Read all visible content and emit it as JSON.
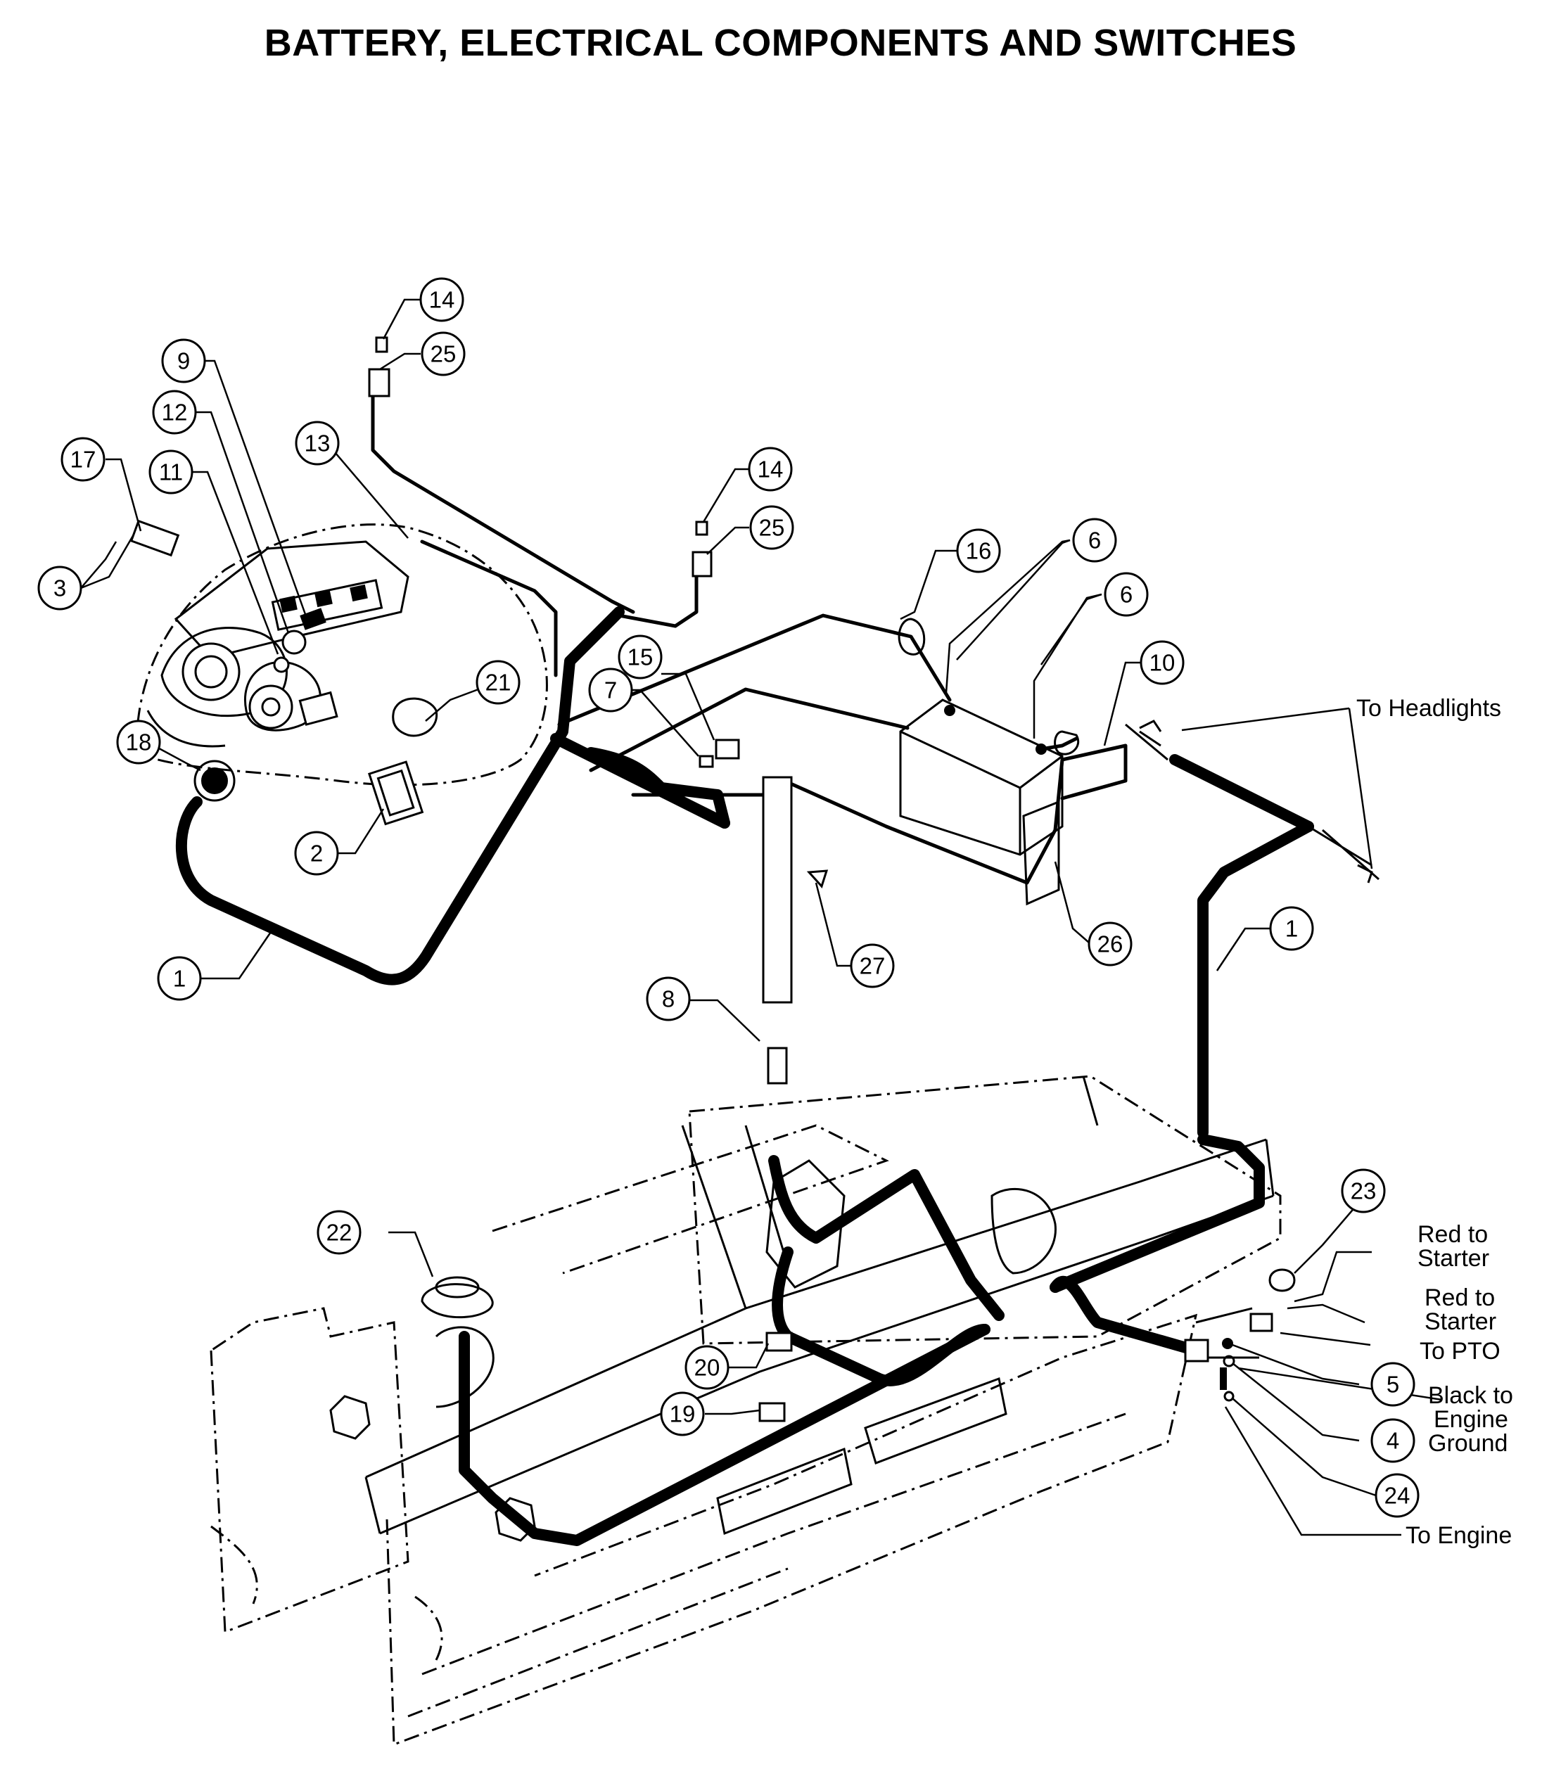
{
  "title": "BATTERY, ELECTRICAL COMPONENTS AND SWITCHES",
  "callouts": [
    {
      "id": "c14a",
      "label": "14"
    },
    {
      "id": "c25a",
      "label": "25"
    },
    {
      "id": "c9",
      "label": "9"
    },
    {
      "id": "c12",
      "label": "12"
    },
    {
      "id": "c13",
      "label": "13"
    },
    {
      "id": "c17",
      "label": "17"
    },
    {
      "id": "c11",
      "label": "11"
    },
    {
      "id": "c14b",
      "label": "14"
    },
    {
      "id": "c25b",
      "label": "25"
    },
    {
      "id": "c16",
      "label": "16"
    },
    {
      "id": "c6a",
      "label": "6"
    },
    {
      "id": "c6b",
      "label": "6"
    },
    {
      "id": "c3",
      "label": "3"
    },
    {
      "id": "c15",
      "label": "15"
    },
    {
      "id": "c10",
      "label": "10"
    },
    {
      "id": "c7",
      "label": "7"
    },
    {
      "id": "c21",
      "label": "21"
    },
    {
      "id": "c18",
      "label": "18"
    },
    {
      "id": "c2",
      "label": "2"
    },
    {
      "id": "c1a",
      "label": "1"
    },
    {
      "id": "c1b",
      "label": "1"
    },
    {
      "id": "c26",
      "label": "26"
    },
    {
      "id": "c27",
      "label": "27"
    },
    {
      "id": "c8",
      "label": "8"
    },
    {
      "id": "c23",
      "label": "23"
    },
    {
      "id": "c22",
      "label": "22"
    },
    {
      "id": "c20",
      "label": "20"
    },
    {
      "id": "c5",
      "label": "5"
    },
    {
      "id": "c19",
      "label": "19"
    },
    {
      "id": "c4",
      "label": "4"
    },
    {
      "id": "c24",
      "label": "24"
    }
  ],
  "labels": {
    "to_headlights": "To Headlights",
    "red_to_starter_1_line1": "Red to",
    "red_to_starter_1_line2": "Starter",
    "red_to_starter_2_line1": "Red to",
    "red_to_starter_2_line2": "Starter",
    "to_pto": "To PTO",
    "black_to_engine_ground_line1": "Black to",
    "black_to_engine_ground_line2": "Engine",
    "black_to_engine_ground_line3": "Ground",
    "to_engine": "To Engine"
  }
}
